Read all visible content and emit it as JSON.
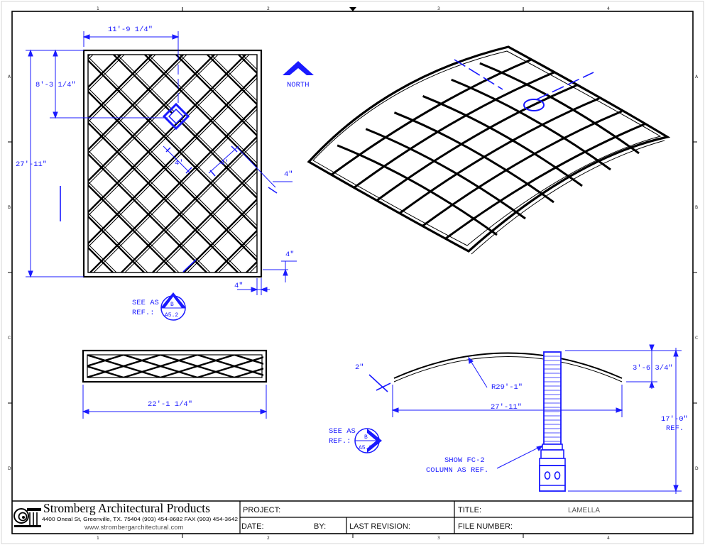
{
  "plan_view": {
    "dim_width": "11'-9 1/4\"",
    "dim_offset": "8'-3 1/4\"",
    "dim_height": "27'-11\"",
    "spacing_a": "4'",
    "spacing_b": "4'",
    "member_side": "4\"",
    "member_edge_v": "4\"",
    "member_edge_h": "4\"",
    "north_label": "NORTH",
    "see_as_label": "SEE AS",
    "ref_label": "REF.:",
    "callout_letter": "B",
    "callout_sheet": "A5.2"
  },
  "side_view": {
    "dim_length": "22'-1 1/4\""
  },
  "elevation": {
    "thickness": "2\"",
    "radius": "R29'-1\"",
    "rise": "3'-6 3/4\"",
    "span": "27'-11\"",
    "height": "17'-0\"",
    "height_ref": "REF.",
    "column_note_1": "SHOW FC-2",
    "column_note_2": "COLUMN AS REF.",
    "see_as_label": "SEE AS",
    "ref_label": "REF.:",
    "callout_letter": "B",
    "callout_sheet": "A5.2"
  },
  "grid": {
    "columns": [
      "1",
      "2",
      "3",
      "4"
    ],
    "rows": [
      "A",
      "B",
      "C",
      "D"
    ]
  },
  "title_block": {
    "company": "Stromberg Architectural Products",
    "address": "4400 Oneal St, Greenville, TX.  75404   (903) 454-8682 FAX (903) 454-3642",
    "website": "www.strombergarchitectural.com",
    "project_label": "PROJECT:",
    "date_label": "DATE:",
    "by_label": "BY:",
    "last_revision_label": "LAST REVISION:",
    "title_label": "TITLE:",
    "title_value": "LAMELLA",
    "file_number_label": "FILE NUMBER:"
  },
  "colors": {
    "dimension": "#1a1aff",
    "linework": "#000000"
  }
}
